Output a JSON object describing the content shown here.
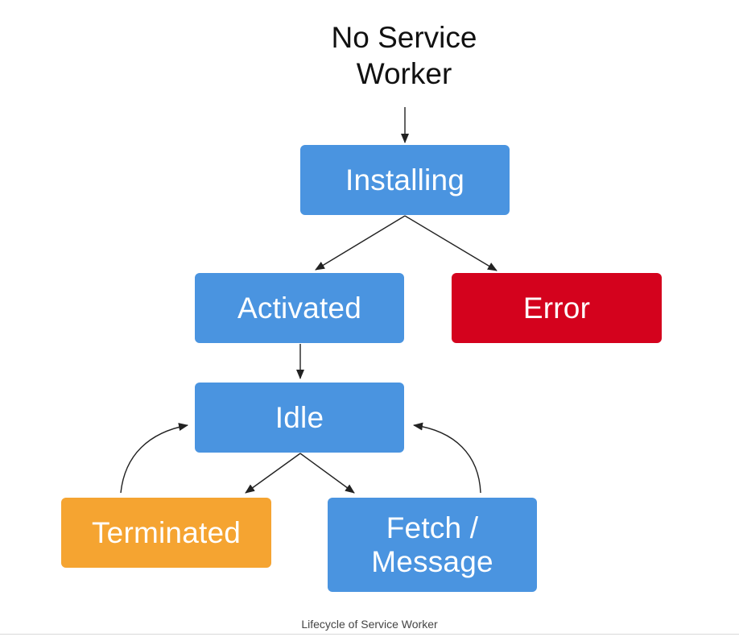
{
  "diagram": {
    "start": {
      "line1": "No Service",
      "line2": "Worker"
    },
    "nodes": {
      "installing": {
        "label": "Installing",
        "color": "#4a94e0"
      },
      "activated": {
        "label": "Activated",
        "color": "#4a94e0"
      },
      "error": {
        "label": "Error",
        "color": "#d4021d"
      },
      "idle": {
        "label": "Idle",
        "color": "#4a94e0"
      },
      "terminated": {
        "label": "Terminated",
        "color": "#f5a431"
      },
      "fetch": {
        "line1": "Fetch /",
        "line2": "Message",
        "color": "#4a94e0"
      }
    },
    "edges": [
      {
        "from": "start",
        "to": "installing"
      },
      {
        "from": "installing",
        "to": "activated"
      },
      {
        "from": "installing",
        "to": "error"
      },
      {
        "from": "activated",
        "to": "idle"
      },
      {
        "from": "idle",
        "to": "terminated"
      },
      {
        "from": "idle",
        "to": "fetch"
      },
      {
        "from": "terminated",
        "to": "idle"
      },
      {
        "from": "fetch",
        "to": "idle"
      }
    ]
  },
  "caption": "Lifecycle of Service Worker"
}
